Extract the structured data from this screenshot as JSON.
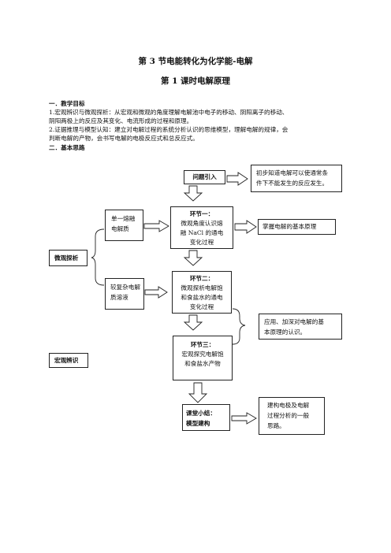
{
  "header": {
    "title": "第 3 节电能转化为化学能-电解",
    "subtitle": "第 1 课时电解原理"
  },
  "section1": {
    "heading": "一．教学目标",
    "lines": [
      "1.宏观辨识与微观探析：从宏观和微观的角度理解电解池中电子的移动、阴阳离子的移动、",
      "阴阳两极上的反应及其变化、电流形成的过程和原理。",
      "2.证据推理与模型认知：建立对电解过程的系统分析认识的思维模型，理解电解的规律，会",
      "判断电解的产物，会书写电解的电极反应式和总反应式。"
    ]
  },
  "section2": {
    "heading": "二．基本思路"
  },
  "flow": {
    "intro": "问题引入",
    "intro_note": [
      "初步知道电解可以使通常条",
      "件下不能发生的反应发生。"
    ],
    "left_micro": "微观探析",
    "left_macro": "宏观辨识",
    "single_electrolyte": [
      "单一熔融",
      "电解质"
    ],
    "complex_electrolyte": [
      "较复杂电解",
      "质溶液"
    ],
    "stage1": {
      "title": "环节一：",
      "lines": [
        "微观角度认识熔",
        "融 NaCl 的通电",
        "变化过程"
      ]
    },
    "stage1_note": "掌握电解的基本原理",
    "stage2": {
      "title": "环节二：",
      "lines": [
        "微观探析电解饱",
        "和食盐水的通电",
        "变化过程"
      ]
    },
    "stage23_note": [
      "应用、加深对电解的基",
      "本原理的认识。"
    ],
    "stage3": {
      "title": "环节三：",
      "lines": [
        "宏观探究电解饱",
        "和食盐水产物"
      ]
    },
    "summary": [
      "课堂小结：",
      "模型建构"
    ],
    "summary_note": [
      "建构电极及电解",
      "过程分析的一般",
      "思路。"
    ]
  }
}
